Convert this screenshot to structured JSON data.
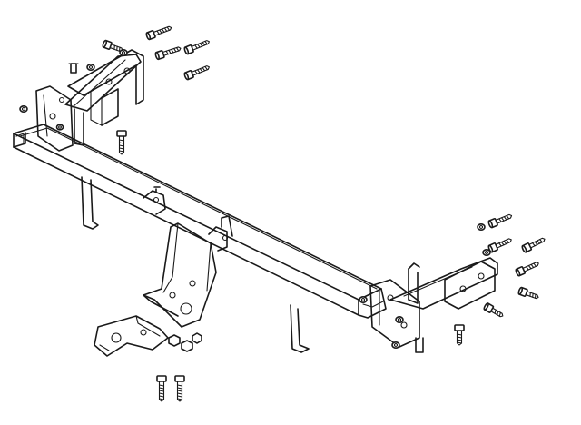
{
  "diagram": {
    "subject": "tow-bar-assembly-exploded-view",
    "line_color": "#1a1a1a",
    "background": "#ffffff",
    "parts": {
      "main_beam": "crossbar",
      "left_side_bracket": "bracket",
      "right_side_bracket": "bracket",
      "center_hitch_arm": "hitch-arm",
      "tow_ball_plate": "ball-plate",
      "bolts": "bolt-set"
    }
  }
}
